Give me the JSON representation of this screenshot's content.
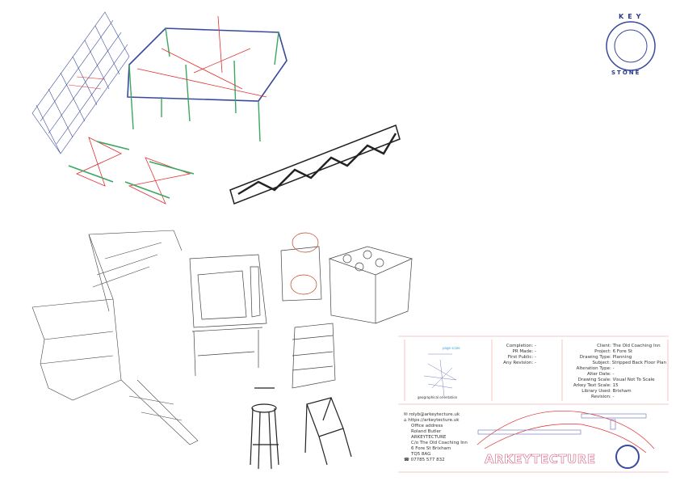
{
  "logo": {
    "top_letters": [
      "K",
      "E",
      "Y"
    ],
    "bottom_letters": [
      "S",
      "T",
      "O",
      "N",
      "E"
    ]
  },
  "title_block": {
    "orientation_label": "geographical orientation",
    "page_scale_label": "page scale",
    "status": [
      {
        "label": "Completion",
        "value": "-"
      },
      {
        "label": "PR Made",
        "value": "-"
      },
      {
        "label": "First Public",
        "value": "-"
      },
      {
        "label": "Any Revision",
        "value": "-"
      }
    ],
    "details": [
      {
        "label": "Client",
        "value": "The Old Coaching Inn"
      },
      {
        "label": "Project",
        "value": "6 Fore St"
      },
      {
        "label": "Drawing Type",
        "value": "Planning"
      },
      {
        "label": "Subject",
        "value": "Stripped Back Floor Plan"
      },
      {
        "label": "Alteration Type",
        "value": "-"
      },
      {
        "label": "Alter Date",
        "value": "-"
      },
      {
        "label": "Drawing Scale",
        "value": "Visual Not To Scale"
      },
      {
        "label": "Arkey Text Scale",
        "value": "15"
      },
      {
        "label": "Library Used",
        "value": "Brixham"
      },
      {
        "label": "Revision",
        "value": "-"
      }
    ],
    "contact": {
      "email": "rolyb@arkeytecture.uk",
      "website": "https://arkeytecture.uk",
      "address_heading": "Office address",
      "name": "Roland Butler",
      "company": "ARKEYTECTURE",
      "address_line1": "C/o The Old Coaching Inn",
      "address_line2": "6 Fore St Brixham",
      "postcode": "TQ5 8AG",
      "phone": "07785 577 832"
    },
    "brand": "ARKEYTECTURE"
  },
  "colors": {
    "frame": "#f3b6b6",
    "blue": "#3a4a9a",
    "red": "#e03030",
    "green": "#3aa860"
  }
}
